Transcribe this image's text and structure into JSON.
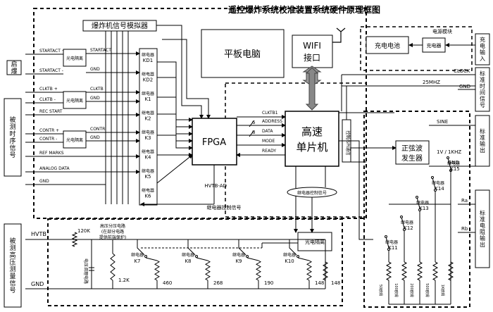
{
  "title": "遥控爆炸系统校准装置系统硬件原理框图",
  "blocks": {
    "simulator": "爆炸机信号模拟器",
    "tablet": "平板电脑",
    "wifi": [
      "WIFI",
      "接口"
    ],
    "fpga": "FPGA",
    "mcu": [
      "高速",
      "单片机"
    ],
    "sine_gen": [
      "正弦波",
      "发生器"
    ],
    "battery": "充电电池",
    "charger": "充电器",
    "power_module": "电源模块",
    "hv_divider": [
      "高压分压电路",
      "(在部分电路",
      "提供前端保护)"
    ],
    "fpga_relay_ctrl": "继电器控制信号",
    "mcu_relay_ctrl": "继电器控制信号",
    "mcu_side": "控制/SPI通信",
    "hvtb_ad": "HVTB-AD",
    "opto_ad": "光电隔离",
    "opto_labels": [
      "光电隔离",
      "光电隔离",
      "光电隔离",
      "光电隔离"
    ],
    "hv_cap": "电压调理电路"
  },
  "left_labels": {
    "startup": "启爆",
    "timing": "被测时序信号",
    "hv": "被测高压测量信号"
  },
  "right_labels": {
    "power": "充电输入",
    "std_signal": "标准时间信号",
    "sine_out": "标准输出",
    "std_res": "标准电阻输出"
  },
  "signals": {
    "startact_p": "STARTACT +",
    "startact_m": "STARTACT -",
    "clktb_p": "CLKTB +",
    "clktb_m": "CLKTB -",
    "rec_start": "REC START",
    "contr_p": "CONTR +",
    "contr_m": "CONTR -",
    "ref_marks": "REF MARKS",
    "analog_data": "ANALOG DATA",
    "gnd": "GND",
    "hvtb": "HVTB",
    "clock": "CLOCK",
    "mhz25": "25MHZ",
    "sine": "SINE",
    "v1khz": "1V / 1KHZ",
    "clktb1": "CLKTB1",
    "address": "ADDRESS",
    "data": "DATA",
    "mode": "MODE",
    "ready": "READY",
    "bus6": "6",
    "bus8": "8",
    "startact_out": "STARTACT",
    "gnd_out": "GND",
    "clktb_out": "CLKTB",
    "contr_out": "CONTR",
    "ra": "Ra",
    "rb": "Rb"
  },
  "relays_left": [
    "继电器",
    "KD1",
    "继电器",
    "KD2",
    "继电器",
    "K1",
    "继电器",
    "K2",
    "继电器",
    "K3",
    "继电器",
    "K4",
    "继电器",
    "K5",
    "继电器",
    "K6"
  ],
  "hv_relays": [
    "继电器",
    "K7",
    "继电器",
    "K8",
    "继电器",
    "K9",
    "继电器",
    "K10"
  ],
  "hv_res": [
    "120K",
    "1.2K",
    "460",
    "268",
    "190",
    "148"
  ],
  "right_relays": [
    "继电器",
    "K11",
    "继电器",
    "K12",
    "继电器",
    "K13",
    "继电器",
    "K14",
    "继电器",
    "K15"
  ],
  "std_res_labels": [
    "50欧姆",
    "100欧姆",
    "200欧姆",
    "500欧姆",
    "1K欧姆"
  ]
}
